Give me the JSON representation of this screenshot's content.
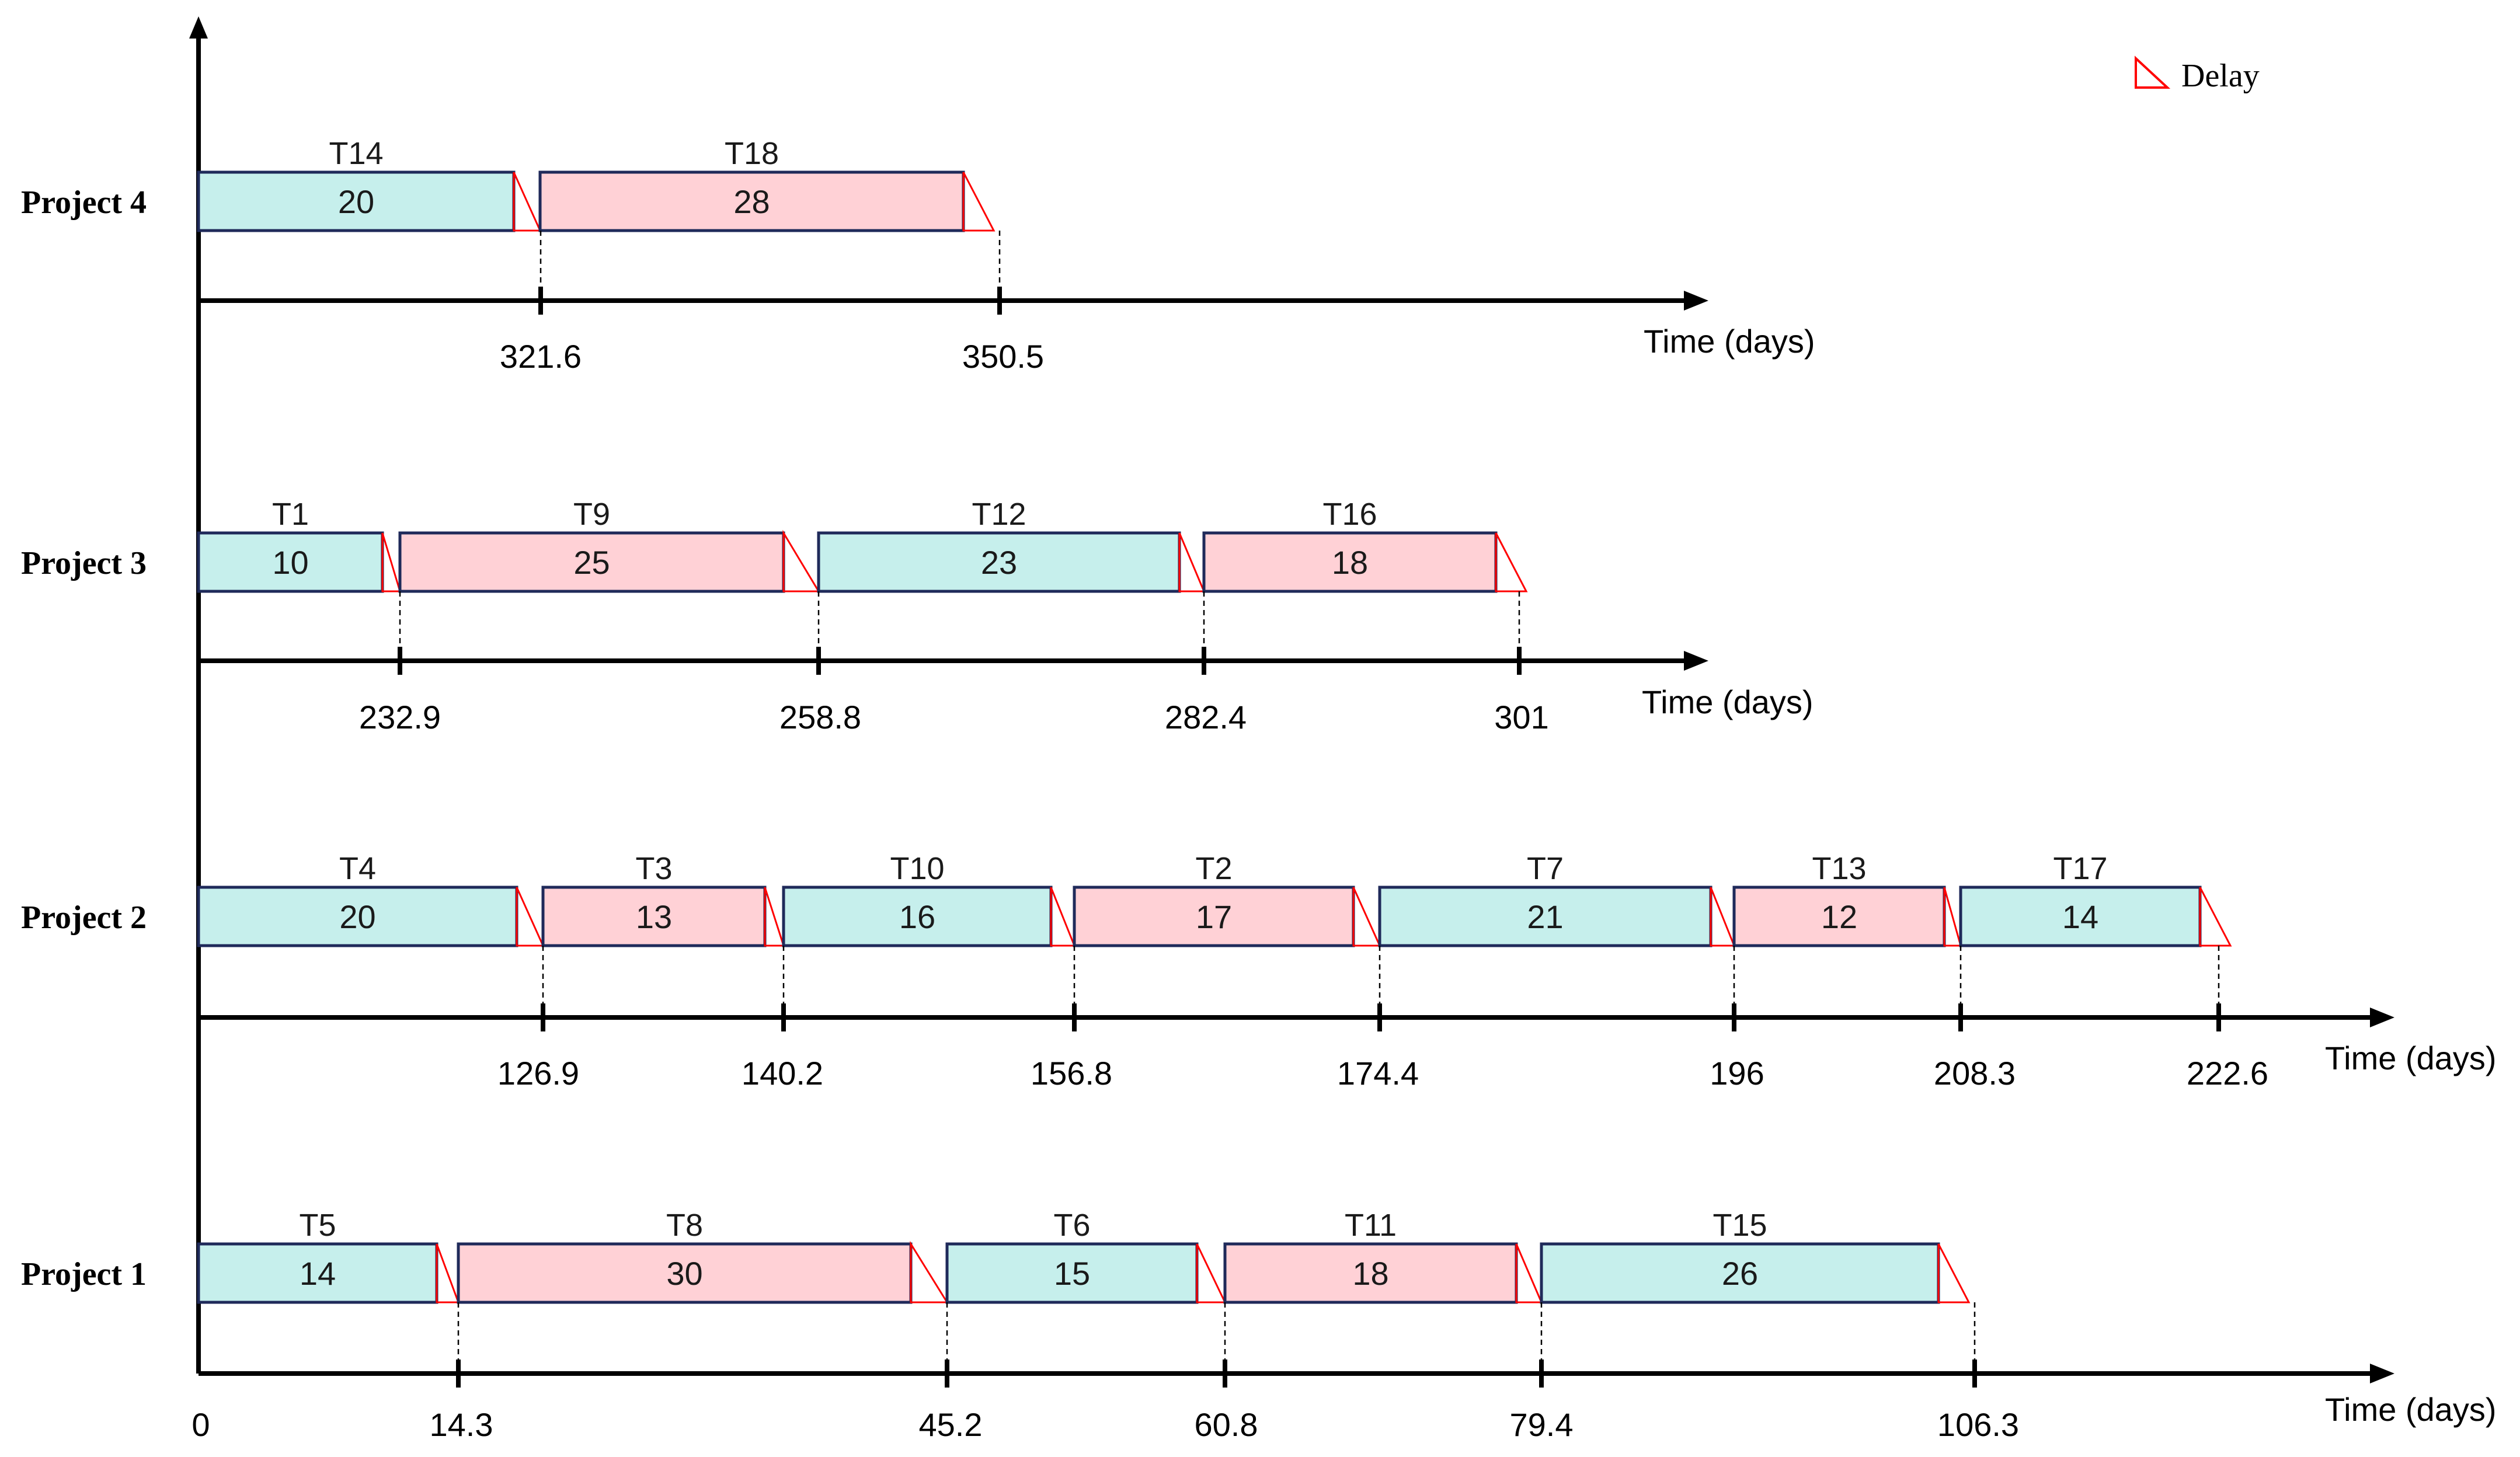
{
  "chart_data": {
    "type": "gantt",
    "legend": {
      "label": "Delay",
      "placement": "top-right",
      "color": "#ff0000"
    },
    "axis_title": "Time (days)",
    "origin_label": "0",
    "colors": {
      "blue_fill": "#c6efec",
      "pink_fill": "#ffd1d6",
      "bar_border": "#1f2a5a",
      "delay": "#ff0000"
    },
    "projects": [
      {
        "name": "Project 4",
        "ticks": [
          "321.6",
          "350.5"
        ],
        "tasks": [
          {
            "id": "T14",
            "duration": "20",
            "color": "blue"
          },
          {
            "id": "T18",
            "duration": "28",
            "color": "pink"
          }
        ]
      },
      {
        "name": "Project 3",
        "ticks": [
          "232.9",
          "258.8",
          "282.4",
          "301"
        ],
        "tasks": [
          {
            "id": "T1",
            "duration": "10",
            "color": "blue"
          },
          {
            "id": "T9",
            "duration": "25",
            "color": "pink"
          },
          {
            "id": "T12",
            "duration": "23",
            "color": "blue"
          },
          {
            "id": "T16",
            "duration": "18",
            "color": "pink"
          }
        ]
      },
      {
        "name": "Project 2",
        "ticks": [
          "126.9",
          "140.2",
          "156.8",
          "174.4",
          "196",
          "208.3",
          "222.6"
        ],
        "tasks": [
          {
            "id": "T4",
            "duration": "20",
            "color": "blue"
          },
          {
            "id": "T3",
            "duration": "13",
            "color": "pink"
          },
          {
            "id": "T10",
            "duration": "16",
            "color": "blue"
          },
          {
            "id": "T2",
            "duration": "17",
            "color": "pink"
          },
          {
            "id": "T7",
            "duration": "21",
            "color": "blue"
          },
          {
            "id": "T13",
            "duration": "12",
            "color": "pink"
          },
          {
            "id": "T17",
            "duration": "14",
            "color": "blue"
          }
        ]
      },
      {
        "name": "Project 1",
        "ticks": [
          "14.3",
          "45.2",
          "60.8",
          "79.4",
          "106.3"
        ],
        "tasks": [
          {
            "id": "T5",
            "duration": "14",
            "color": "blue"
          },
          {
            "id": "T8",
            "duration": "30",
            "color": "pink"
          },
          {
            "id": "T6",
            "duration": "15",
            "color": "blue"
          },
          {
            "id": "T11",
            "duration": "18",
            "color": "pink"
          },
          {
            "id": "T15",
            "duration": "26",
            "color": "blue"
          }
        ]
      }
    ]
  }
}
